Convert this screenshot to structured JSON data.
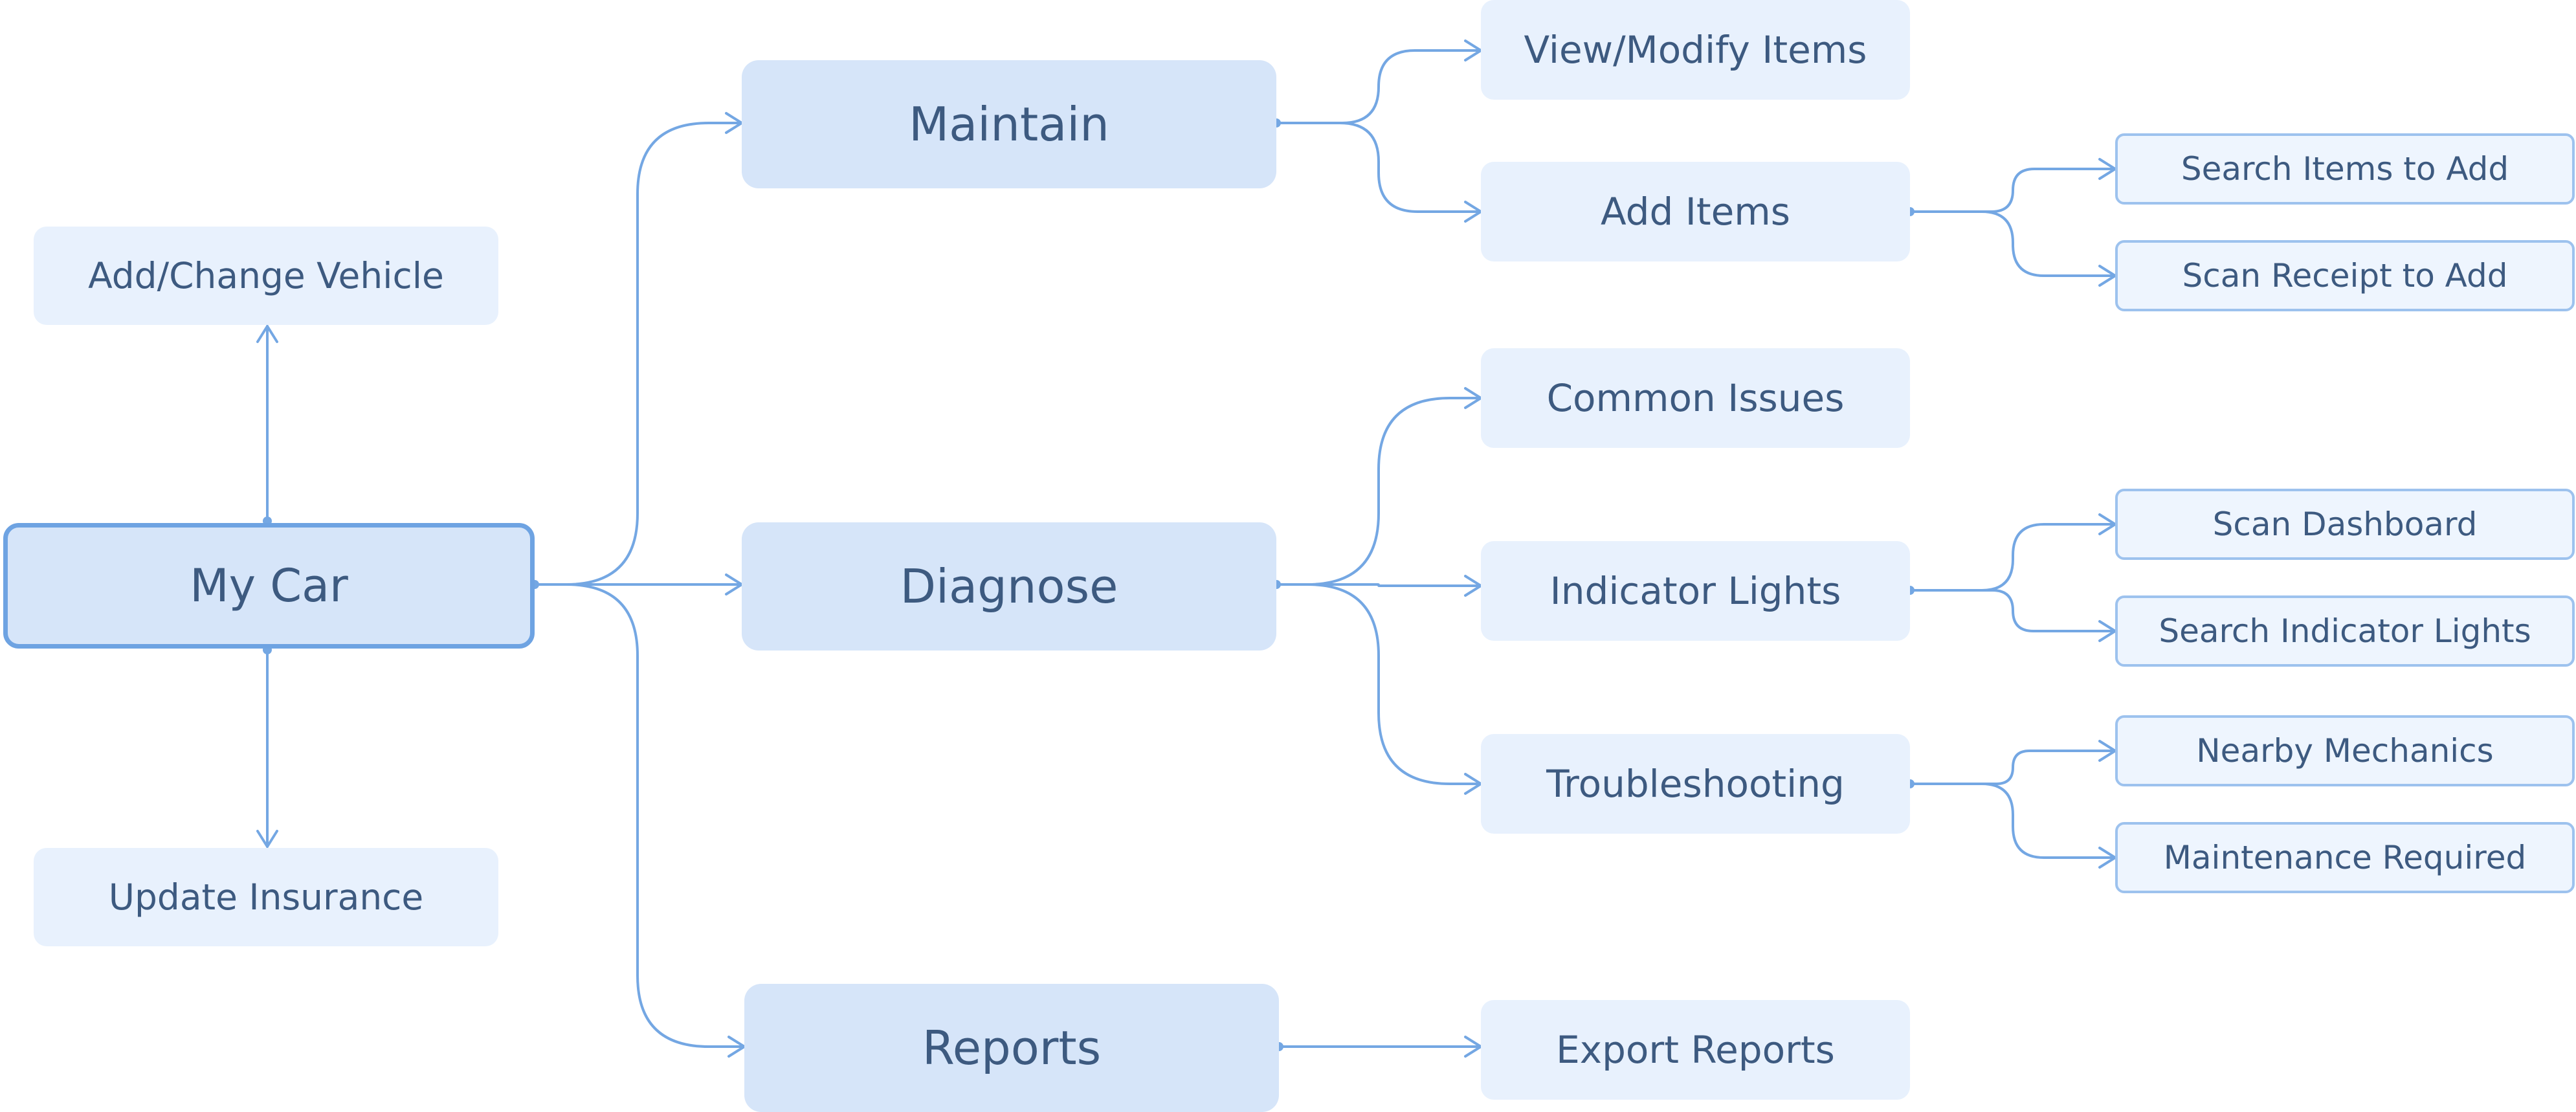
{
  "colors": {
    "line": "#74a7e3",
    "text": "#3d5a80",
    "primary_fill": "#d6e5f9",
    "secondary_fill": "#e8f1fd",
    "root_border": "#6ea3e2"
  },
  "root": {
    "label": "My Car"
  },
  "side": {
    "add_change_vehicle": "Add/Change Vehicle",
    "update_insurance": "Update Insurance"
  },
  "branches": {
    "maintain": "Maintain",
    "diagnose": "Diagnose",
    "reports": "Reports"
  },
  "maintain_children": {
    "view_modify_items": "View/Modify Items",
    "add_items": "Add Items"
  },
  "add_items_children": {
    "search_items_to_add": "Search Items to Add",
    "scan_receipt_to_add": "Scan Receipt to Add"
  },
  "diagnose_children": {
    "common_issues": "Common Issues",
    "indicator_lights": "Indicator Lights",
    "troubleshooting": "Troubleshooting"
  },
  "indicator_lights_children": {
    "scan_dashboard": "Scan Dashboard",
    "search_indicator_lights": "Search Indicator Lights"
  },
  "troubleshooting_children": {
    "nearby_mechanics": "Nearby Mechanics",
    "maintenance_required": "Maintenance Required"
  },
  "reports_children": {
    "export_reports": "Export Reports"
  }
}
